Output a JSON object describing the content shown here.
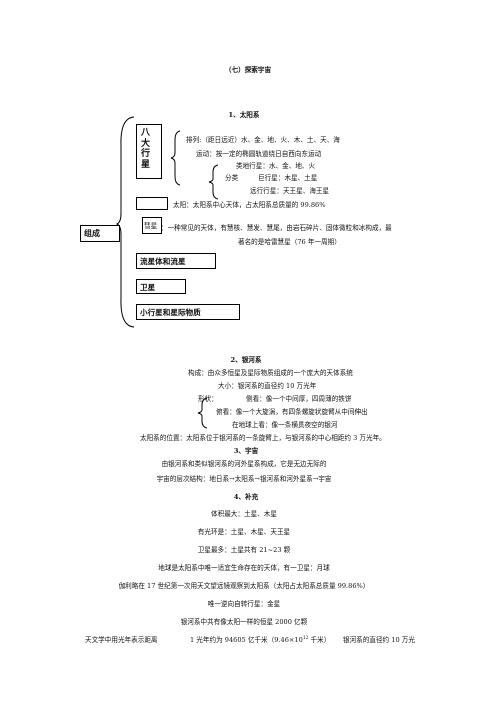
{
  "title": "（七）探索宇宙",
  "s1": {
    "heading": "1、太阳系",
    "box_planets": "八大行星",
    "rows": [
      "排列:（距日远近）水、金、地、火、木、土、天、海",
      "运动：按一定的椭圆轨道绕日自西向东运动",
      ":",
      "类地行星：水、金、地、火",
      "分类",
      "巨行星：木星、土星",
      "远行行星：天王星、海王星",
      "太阳：太阳系中心天体，占太阳系总质量的 99.86%"
    ],
    "box_composition": "组成",
    "box_comet": "彗星",
    "comet_line1": "：一种常见的天体，有慧核、慧发、慧尾，由岩石碎片、固体微粒和冰构成，最",
    "comet_line2": "著名的是哈雷慧星（76 年一周期）",
    "box_meteor": "流星体和流星",
    "box_satellite": "卫星",
    "box_asteroid": "小行星和星际物质"
  },
  "s2": {
    "heading": "2、银河系",
    "rows": [
      "构成：由众多恒星及星际物质组成的一个庞大的天体系统",
      "大小：银河系的直径约 10 万光年",
      "形状：",
      "侧看：像一个中间厚，四周薄的铁饼",
      "俯看：像一个大旋涡，有四条螺旋状旋臂从中间伸出",
      "在地球上看：像一条横贯夜空的银河",
      "太阳系的位置：太阳系位于银河系的一条旋臂上，与银河系的中心相距约 3 万光年。"
    ]
  },
  "s3": {
    "heading": "3、宇宙",
    "rows": [
      "由银河系和类似银河系的河外星系构成，它是无边无际的",
      "宇宙的层次结构：地日系→太阳系→银河系和河外星系→宇宙"
    ]
  },
  "s4": {
    "heading": "4、补充",
    "rows": [
      "体积最大：土星、木星",
      "有光环是：土星、木星、天王星",
      "卫星最多：土星共有 21~23 颗",
      "地球是太阳系中唯一适宜生命存在的天体，有一卫星：月球",
      "伽利略在 17 世纪第一次用天文望远镜观察到太阳系（太阳占太阳系总质量 99.86%）",
      "唯一逆向自转行星：金星",
      "银河系中共有像太阳一样的恒星 2000 亿颗"
    ],
    "last_line_left": "天文学中用光年表示距离",
    "last_line_mid": "1 光年约为 94605 亿千米（9.46×10",
    "last_line_sup": "12",
    "last_line_end": "千米）",
    "last_line_right": "银河系的直径约 10 万光"
  }
}
